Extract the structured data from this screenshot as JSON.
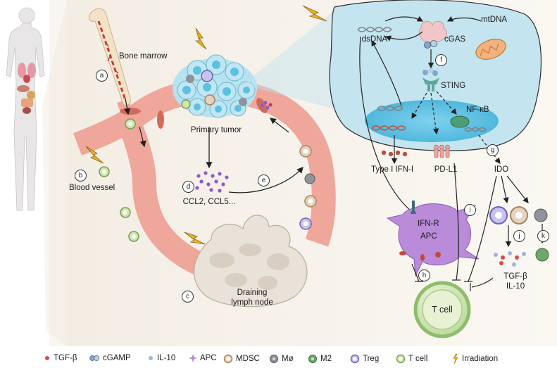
{
  "labels": {
    "bone_marrow": "Bone marrow",
    "blood_vessel": "Blood vessel",
    "primary_tumor": "Primary tumor",
    "chemokines": "CCL2, CCL5...",
    "draining_lymph_node_1": "Draining",
    "draining_lymph_node_2": "lymph node",
    "dsdna": "dsDNA",
    "cgas": "cGAS",
    "mtdna": "mtDNA",
    "sting": "STING",
    "nfkb": "NF-κB",
    "type1_ifn": "Type I IFN-I",
    "pdl1": "PD-L1",
    "ido": "IDO",
    "ifnr": "IFN-R",
    "apc": "APC",
    "tgfb": "TGF-β",
    "il10": "IL-10",
    "tcell": "T cell"
  },
  "steps": [
    "a",
    "b",
    "c",
    "d",
    "e",
    "f",
    "g",
    "h",
    "i",
    "j",
    "k"
  ],
  "legend": [
    {
      "icon": "tgfb-dot",
      "label": "TGF-β",
      "color": "#e04848"
    },
    {
      "icon": "cgamp",
      "label": "cGAMP",
      "color": "#7fa8d0"
    },
    {
      "icon": "il10-dot",
      "label": "IL-10",
      "color": "#9bb7e0"
    },
    {
      "icon": "apc-star",
      "label": "APC",
      "color": "#b58ad6"
    },
    {
      "icon": "mdsc-ring",
      "label": "MDSC",
      "color": "#c9a585"
    },
    {
      "icon": "macrophage",
      "label": "Mø",
      "color": "#8a8f99"
    },
    {
      "icon": "m2",
      "label": "M2",
      "color": "#6fa76a"
    },
    {
      "icon": "treg",
      "label": "Treg",
      "color": "#9a8fd0"
    },
    {
      "icon": "tcell",
      "label": "T cell",
      "color": "#b9d99a"
    },
    {
      "icon": "lightning",
      "label": "Irradiation",
      "color": "#e8b830"
    }
  ],
  "colors": {
    "vessel": "#eea79a",
    "vessel_dark": "#d16a5c",
    "cell_blue": "#b7e2ef",
    "nucleus": "#5cc1e0",
    "lymph": "#e9e2d8",
    "tcell_fill": "#cfe6ad",
    "apc_fill": "#b98bd8",
    "lightning": "#f2b21f"
  }
}
